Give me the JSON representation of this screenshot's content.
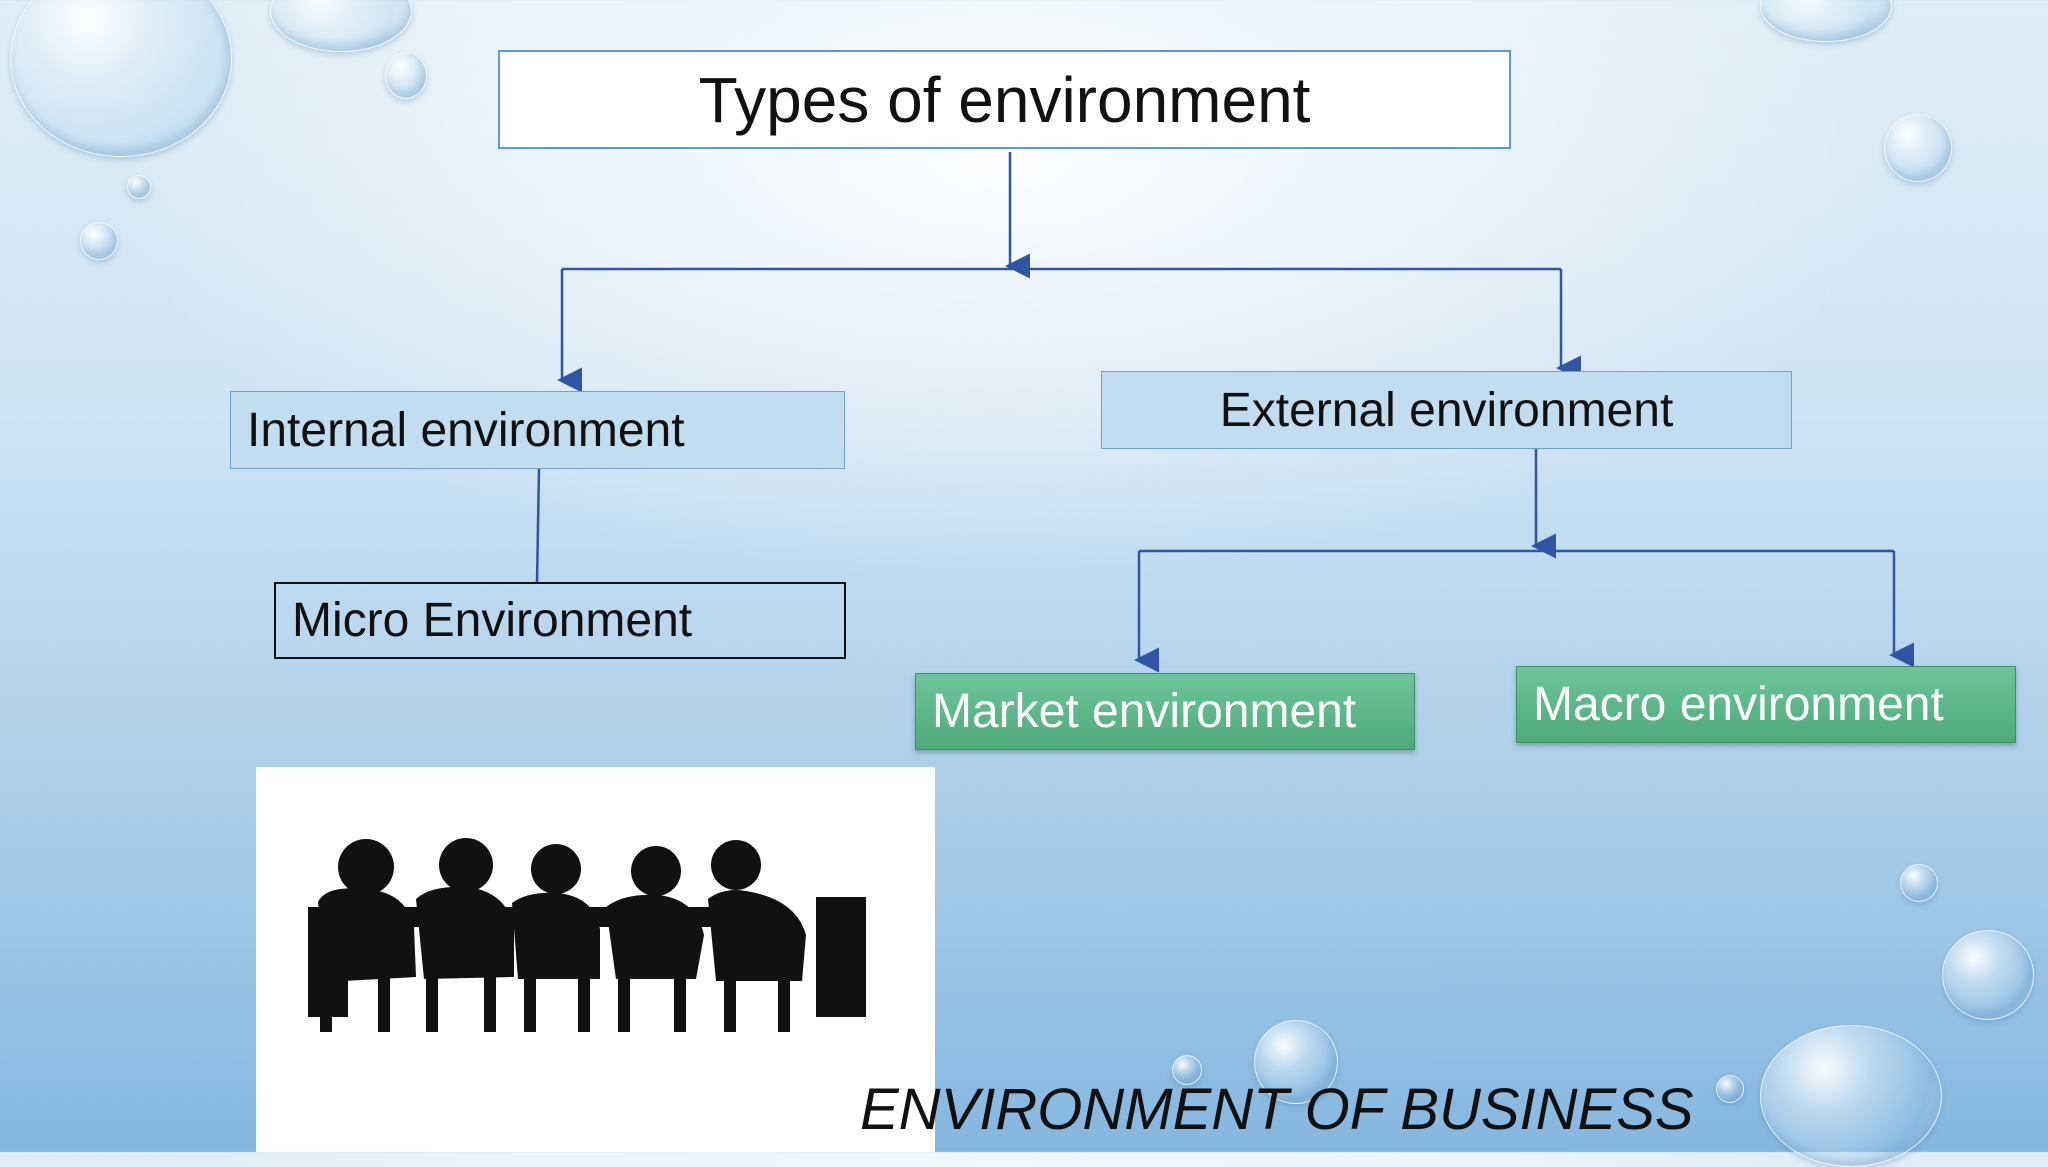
{
  "diagram": {
    "title": "Types of environment",
    "internal": "Internal environment",
    "external": "External environment",
    "micro": "Micro Environment",
    "market": "Market environment",
    "macro": "Macro environment"
  },
  "footer": "ENVIRONMENT OF BUSINESS",
  "colors": {
    "connector": "#2f55a4",
    "green_box": "#5cb887",
    "blue_box": "#c3ddf0"
  },
  "image": {
    "icon": "meeting-silhouette-icon"
  }
}
